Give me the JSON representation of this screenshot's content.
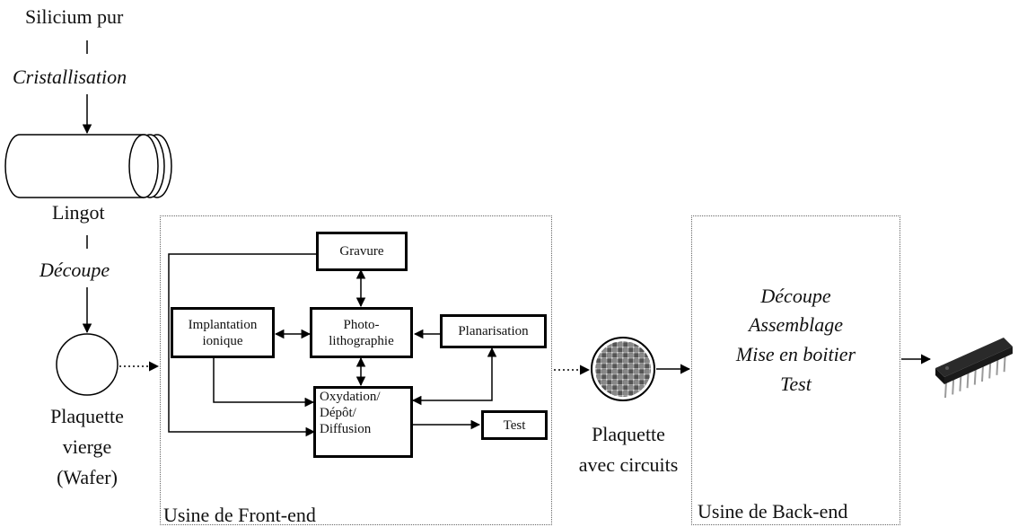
{
  "left_flow": {
    "raw_material": "Silicium pur",
    "step_crystallization": "Cristallisation",
    "ingot_label": "Lingot",
    "step_cutting": "Découpe",
    "wafer_label_line1": "Plaquette",
    "wafer_label_line2": "vierge",
    "wafer_label_line3": "(Wafer)"
  },
  "front_end": {
    "title": "Usine de Front-end",
    "gravure": "Gravure",
    "implantation_line1": "Implantation",
    "implantation_line2": "ionique",
    "photo_line1": "Photo-",
    "photo_line2": "lithographie",
    "planarisation": "Planarisation",
    "oxydation_line1": "Oxydation/",
    "oxydation_line2": "Dépôt/",
    "oxydation_line3": "Diffusion",
    "test": "Test"
  },
  "middle": {
    "label_line1": "Plaquette",
    "label_line2": "avec circuits"
  },
  "back_end": {
    "title": "Usine de Back-end",
    "step1": "Découpe",
    "step2": "Assemblage",
    "step3": "Mise en boitier",
    "step4": "Test"
  },
  "icons": [
    "ingot-icon",
    "blank-wafer-icon",
    "patterned-wafer-icon",
    "ic-chip-icon"
  ]
}
